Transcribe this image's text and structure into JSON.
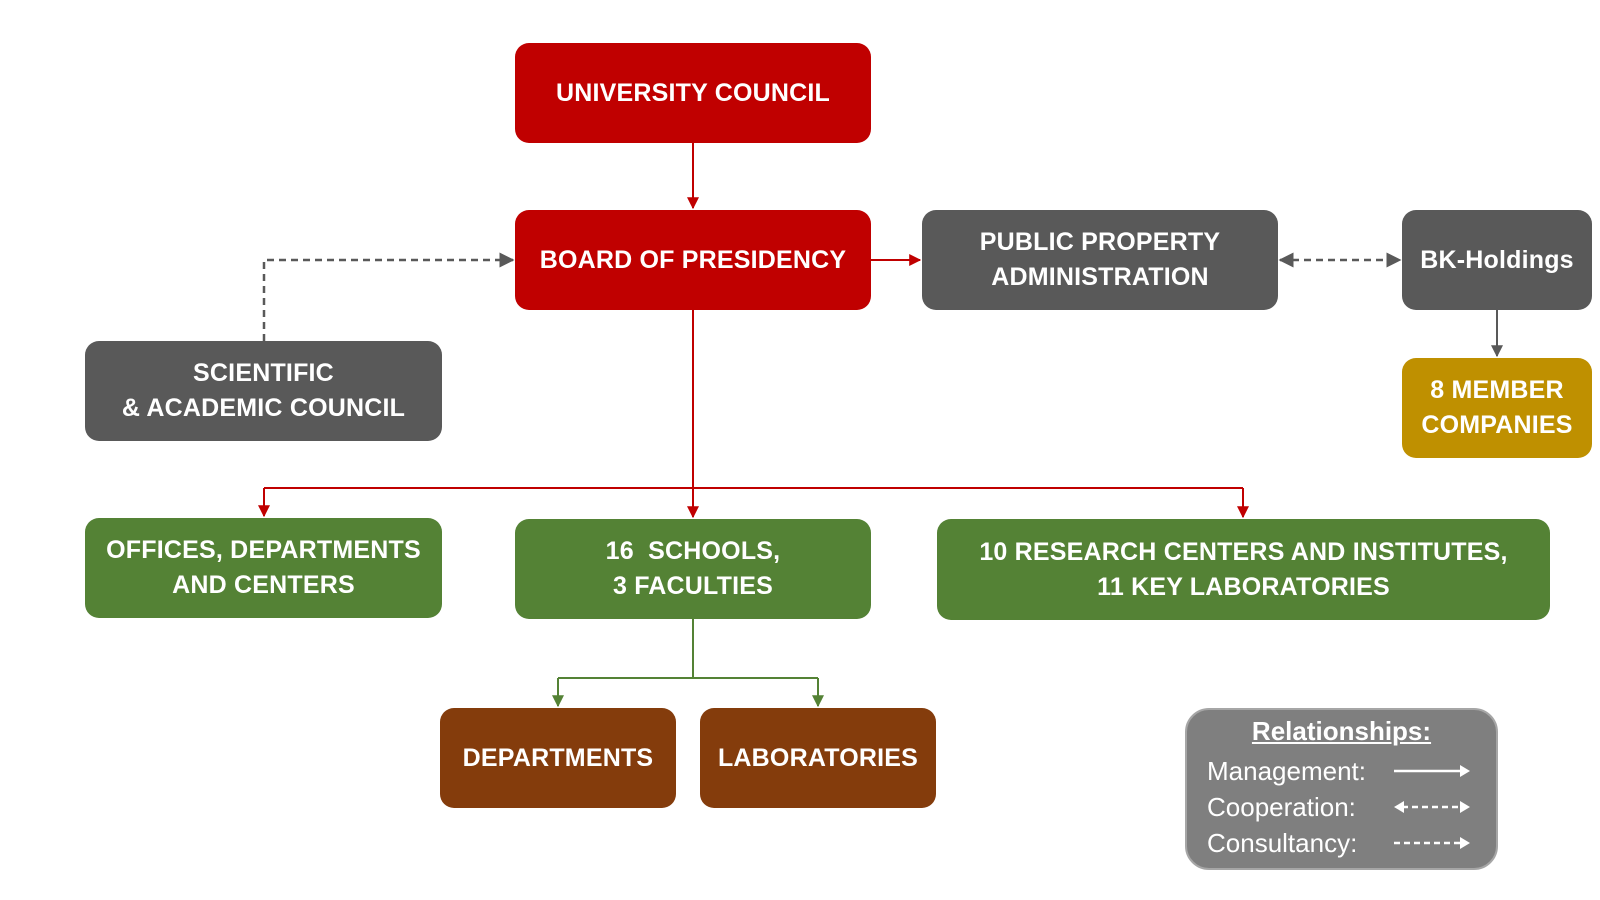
{
  "nodes": {
    "university_council": [
      "UNIVERSITY COUNCIL"
    ],
    "board_of_presidency": [
      "BOARD OF PRESIDENCY"
    ],
    "public_property_administration": [
      "PUBLIC PROPERTY",
      "ADMINISTRATION"
    ],
    "bk_holdings": [
      "BK-Holdings"
    ],
    "member_companies": [
      "8 MEMBER",
      "COMPANIES"
    ],
    "scientific_academic_council": [
      "SCIENTIFIC",
      "& ACADEMIC COUNCIL"
    ],
    "offices_departments_centers": [
      "OFFICES, DEPARTMENTS",
      "AND CENTERS"
    ],
    "schools_faculties": [
      "16  SCHOOLS,",
      "3 FACULTIES"
    ],
    "research_centers": [
      "10 RESEARCH CENTERS AND INSTITUTES,",
      "11 KEY LABORATORIES"
    ],
    "departments": [
      "DEPARTMENTS"
    ],
    "laboratories": [
      "LABORATORIES"
    ]
  },
  "edges": [
    {
      "from": "university_council",
      "to": "board_of_presidency",
      "type": "management"
    },
    {
      "from": "board_of_presidency",
      "to": "public_property_administration",
      "type": "management"
    },
    {
      "from": "public_property_administration",
      "to": "bk_holdings",
      "type": "cooperation"
    },
    {
      "from": "bk_holdings",
      "to": "member_companies",
      "type": "management"
    },
    {
      "from": "scientific_academic_council",
      "to": "board_of_presidency",
      "type": "consultancy"
    },
    {
      "from": "board_of_presidency",
      "to": "offices_departments_centers",
      "type": "management"
    },
    {
      "from": "board_of_presidency",
      "to": "schools_faculties",
      "type": "management"
    },
    {
      "from": "board_of_presidency",
      "to": "research_centers",
      "type": "management"
    },
    {
      "from": "schools_faculties",
      "to": "departments",
      "type": "management"
    },
    {
      "from": "schools_faculties",
      "to": "laboratories",
      "type": "management"
    }
  ],
  "legend": {
    "title": "Relationships:",
    "items": [
      {
        "label": "Management:",
        "type": "management"
      },
      {
        "label": "Cooperation:",
        "type": "cooperation"
      },
      {
        "label": "Consultancy:",
        "type": "consultancy"
      }
    ]
  },
  "colors": {
    "governance": "#c00000",
    "administration": "#595959",
    "academic_units": "#548235",
    "sub_units": "#843c0c",
    "companies": "#bf9000",
    "legend_background": "#7f7f7f"
  }
}
